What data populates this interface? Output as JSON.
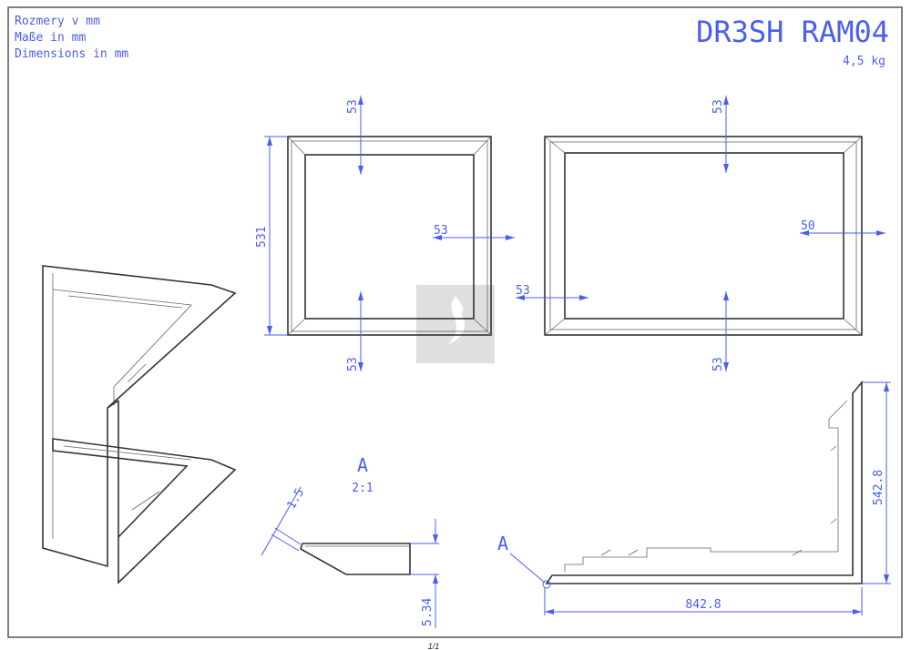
{
  "header": {
    "units_lines": [
      "Rozmery v mm",
      "Maße in mm",
      "Dimensions in mm"
    ],
    "title": "DR3SH RAM04",
    "weight": "4,5 kg"
  },
  "views": {
    "front_left": {
      "top": "53",
      "right": "53",
      "bottom": "53",
      "height": "531"
    },
    "front_right": {
      "top": "53",
      "right": "50",
      "left": "53",
      "bottom": "53"
    },
    "detail": {
      "label": "A",
      "scale": "2:1",
      "thickness": "1.5",
      "height": "5.34"
    },
    "corner": {
      "detail_ref": "A",
      "width": "842.8",
      "height": "542.8"
    }
  },
  "footer": {
    "page": "1/1"
  },
  "colors": {
    "dimension": "#4a5ef0",
    "outline": "#333333"
  }
}
